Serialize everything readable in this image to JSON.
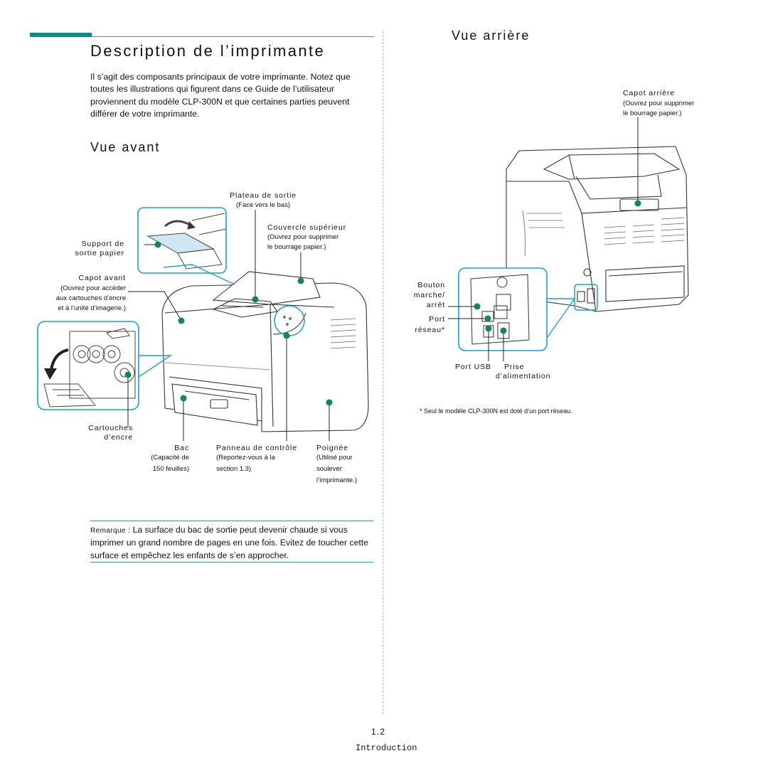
{
  "header": {
    "section_title": "Description de l’imprimante",
    "intro": "Il s’agit des composants principaux de votre imprimante. Notez que toutes les illustrations qui figurent dans ce Guide de l’utilisateur proviennent du modèle CLP-300N et que certaines parties peuvent différer de votre imprimante."
  },
  "front_view": {
    "heading": "Vue avant",
    "labels": {
      "output_tray": "Plateau de sortie",
      "output_tray_sub": "(Face vers le bas)",
      "top_cover": "Couvercle supérieur",
      "top_cover_sub1": "(Ouvrez pour supprimer",
      "top_cover_sub2": "le bourrage papier.)",
      "output_support1": "Support de",
      "output_support2": "sortie papier",
      "front_cover": "Capot avant",
      "front_cover_sub1": "(Ouvrez pour accéder",
      "front_cover_sub2": "aux cartouches d’encre",
      "front_cover_sub3": "et à l’unité d’imagerie.)",
      "toner1": "Cartouches",
      "toner2": "d’encre",
      "tray": "Bac",
      "tray_sub1": "(Capacité de",
      "tray_sub2": "150 feuilles)",
      "control_panel": "Panneau de contrôle",
      "control_panel_sub1": "(Reportez-vous à la",
      "control_panel_sub2": "section 1.3)",
      "handle": "Poignée",
      "handle_sub1": "(Utilisé pour",
      "handle_sub2": "soulever",
      "handle_sub3": "l’imprimante.)"
    }
  },
  "note": {
    "label": "Remarque :",
    "text": " La surface du bac de sortie peut devenir chaude si vous imprimer un grand nombre de pages en une fois. Evitez de toucher cette surface et empêchez les enfants de s’en approcher."
  },
  "rear_view": {
    "heading": "Vue arrière",
    "labels": {
      "rear_cover": "Capot arrière",
      "rear_cover_sub1": "(Ouvrez pour supprimer",
      "rear_cover_sub2": "le bourrage papier.)",
      "power_switch1": "Bouton",
      "power_switch2": "marche/",
      "power_switch3": "arrêt",
      "network_port1": "Port",
      "network_port2": "réseau*",
      "usb_port": "Port USB",
      "power_receptacle1": "Prise",
      "power_receptacle2": "d’alimentation"
    },
    "footnote": "* Seul le modèle CLP-300N est doté d’un port réseau."
  },
  "footer": {
    "page_number": "1.2",
    "chapter": "Introduction"
  },
  "colors": {
    "accent": "#0e8a8a",
    "callout": "#1a9fd8",
    "rule": "#3fa0a0"
  }
}
